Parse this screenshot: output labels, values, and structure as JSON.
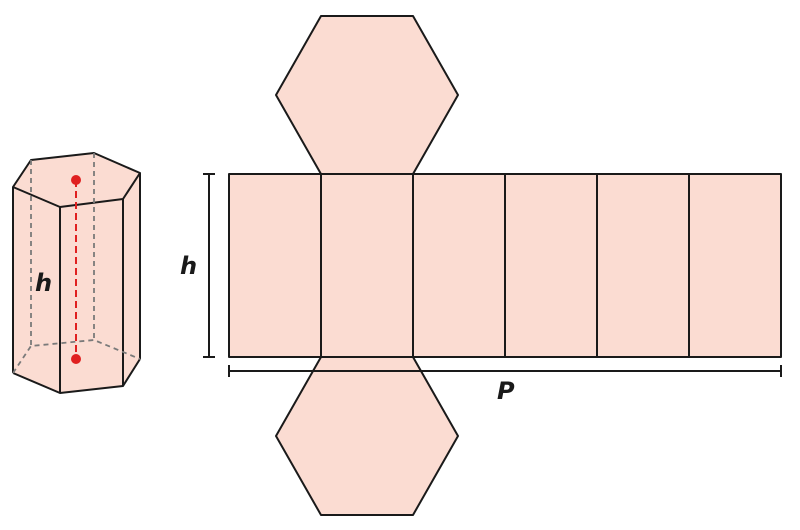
{
  "labels": {
    "prism_height": "h",
    "net_height": "h",
    "perimeter": "P"
  },
  "colors": {
    "face_fill": "#fbdcd2",
    "edge": "#1a1a1a",
    "hidden_edge": "#7a7a7a",
    "height_marker": "#e02020"
  }
}
